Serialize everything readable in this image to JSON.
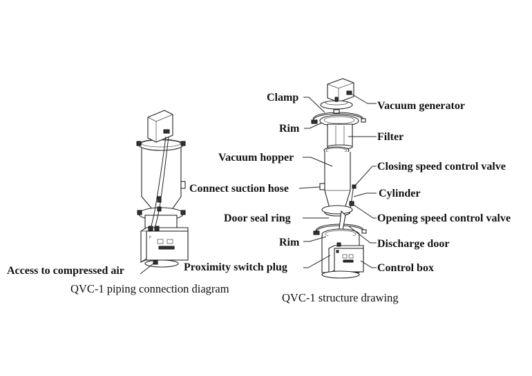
{
  "left_figure": {
    "caption": "QVC-1 piping connection diagram",
    "labels": {
      "compressed_air": "Access to compressed air"
    }
  },
  "right_figure": {
    "caption": "QVC-1 structure drawing",
    "labels": {
      "clamp": "Clamp",
      "vacuum_generator": "Vacuum generator",
      "rim_top": "Rim",
      "filter": "Filter",
      "vacuum_hopper": "Vacuum hopper",
      "closing_valve": "Closing speed control valve",
      "connect_suction_hose": "Connect suction hose",
      "cylinder": "Cylinder",
      "door_seal_ring": "Door seal ring",
      "opening_valve": "Opening speed control valve",
      "rim_bottom": "Rim",
      "discharge_door": "Discharge door",
      "proximity_switch_plug": "Proximity switch plug",
      "control_box": "Control box"
    }
  }
}
